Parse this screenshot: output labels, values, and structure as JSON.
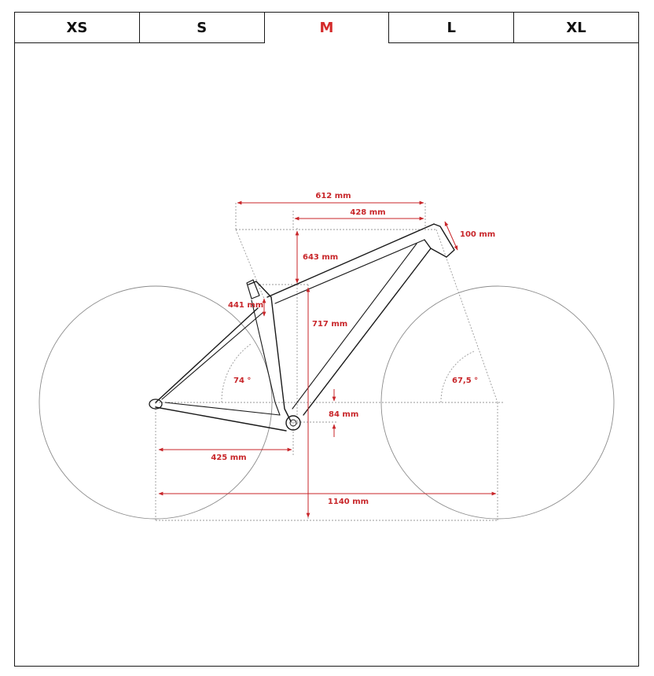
{
  "size_tabs": [
    {
      "label": "XS",
      "active": false
    },
    {
      "label": "S",
      "active": false
    },
    {
      "label": "M",
      "active": true
    },
    {
      "label": "L",
      "active": false
    },
    {
      "label": "XL",
      "active": false
    }
  ],
  "colors": {
    "accent": "#c8262a",
    "active_tab": "#d42a2a",
    "frame_line": "#1a1a1a",
    "guide_line": "#9a9a9a"
  },
  "dimensions": {
    "reach": "612 mm",
    "stack_top": "428 mm",
    "head_tube": "100 mm",
    "seat_tube_top": "643 mm",
    "seat_post": "441 mm",
    "seat_height": "717 mm",
    "seat_angle": "74 °",
    "head_angle": "67,5 °",
    "bb_drop": "84 mm",
    "chainstay": "425 mm",
    "wheelbase": "1140 mm"
  }
}
